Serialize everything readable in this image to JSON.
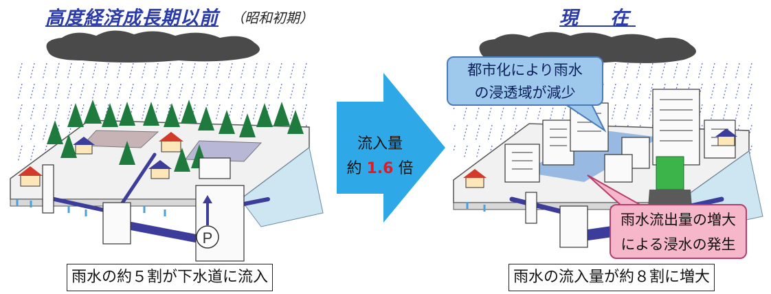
{
  "left": {
    "title": "高度経済成長期以前",
    "subtitle": "（昭和初期）",
    "caption": "雨水の約５割が下水道に流入",
    "pump_label": "P"
  },
  "right": {
    "title": "現　在",
    "caption": "雨水の流入量が約８割に増大",
    "callout_top_line1": "都市化により雨水",
    "callout_top_line2": "の浸透域が減少",
    "callout_bottom_line1": "雨水流出量の増大",
    "callout_bottom_line2": "による浸水の発生"
  },
  "arrow": {
    "line1": "流入量",
    "line2_prefix": "約 ",
    "line2_number": "1.6",
    "line2_suffix": " 倍",
    "color": "#2ea8e6"
  },
  "colors": {
    "title": "#2a3aa8",
    "water_pipe": "#3c3c9a",
    "callout_blue": "#9fc9ec",
    "callout_pink": "#f6b7cb",
    "number_red": "#e01b24"
  }
}
